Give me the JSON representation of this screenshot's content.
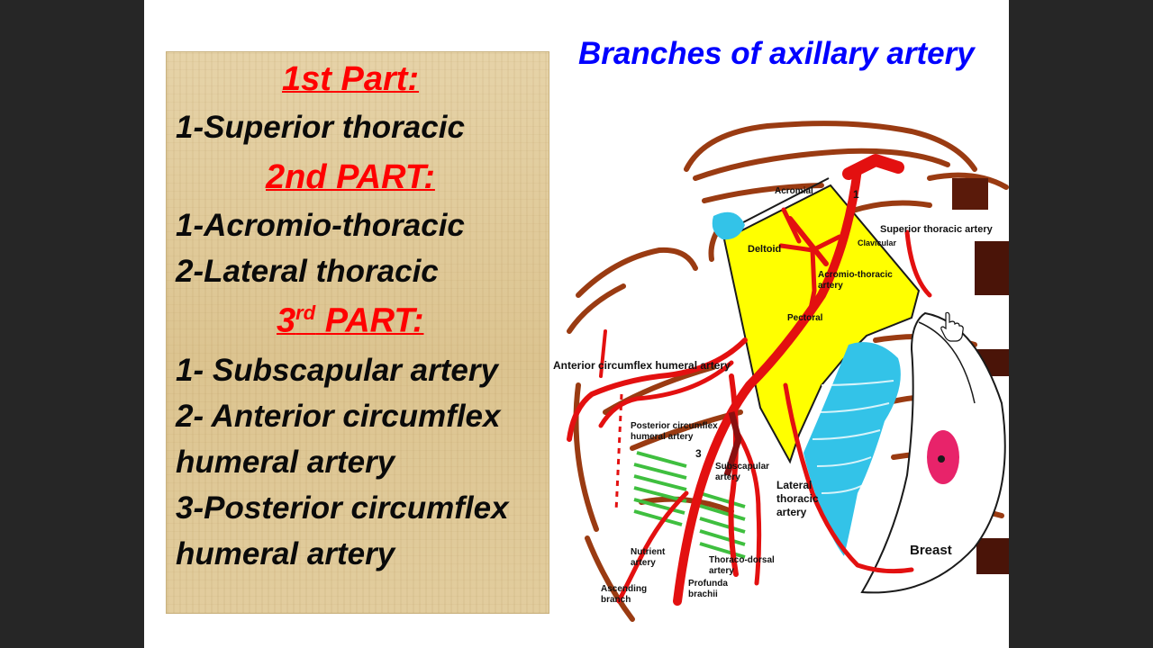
{
  "title": "Branches of axillary artery",
  "parts": {
    "first": {
      "heading": "1st Part:",
      "items": [
        "1-Superior thoracic"
      ]
    },
    "second": {
      "heading": "2nd PART:",
      "items": [
        "1-Acromio-thoracic",
        "2-Lateral thoracic"
      ]
    },
    "third": {
      "heading_num": "3",
      "heading_sup": "rd",
      "heading_rest": " PART:",
      "items": [
        "1- Subscapular artery",
        "2- Anterior circumflex",
        "humeral artery",
        "3-Posterior circumflex",
        "humeral artery"
      ]
    }
  },
  "diagram_labels": {
    "acromial": "Acromial",
    "deltoid": "Deltoid",
    "superior_thoracic": "Superior thoracic artery",
    "clavicular": "Clavicular",
    "acromio_thoracic_1": "Acromio-thoracic",
    "acromio_thoracic_2": "artery",
    "pectoral": "Pectoral",
    "ant_circumflex": "Anterior circumflex humeral artery",
    "post_circumflex_1": "Posterior circumflex",
    "post_circumflex_2": "humeral artery",
    "number_1": "1",
    "number_3": "3",
    "subscapular_1": "Subscapular",
    "subscapular_2": "artery",
    "lateral_thoracic_1": "Lateral",
    "lateral_thoracic_2": "thoracic",
    "lateral_thoracic_3": "artery",
    "nutrient_1": "Nutrient",
    "nutrient_2": "artery",
    "thoracodorsal_1": "Thoraco-dorsal",
    "thoracodorsal_2": "artery",
    "ascending_1": "Ascending",
    "ascending_2": "branch",
    "profunda_1": "Profunda",
    "profunda_2": "brachii",
    "breast": "Breast"
  },
  "colors": {
    "heading": "#ff0000",
    "title": "#0000ff",
    "artery": "#e31010",
    "muscle_yellow": "#ffff00",
    "muscle_blue": "#33c3e8",
    "muscle_green": "#3fbf3f",
    "bone_outline": "#9a3b12",
    "breast_pink": "#e8236a"
  }
}
